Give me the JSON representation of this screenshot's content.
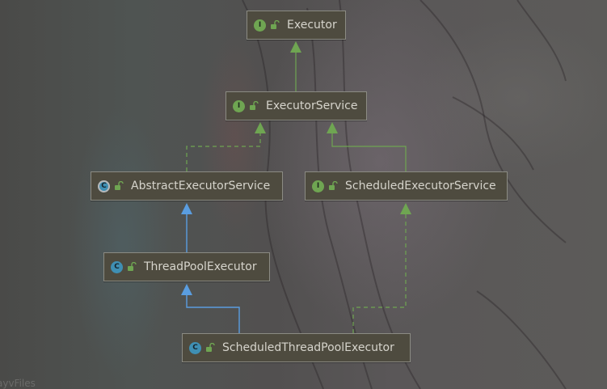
{
  "nodes": {
    "executor": {
      "label": "Executor",
      "kind": "I",
      "kind_type": "interface"
    },
    "executor_service": {
      "label": "ExecutorService",
      "kind": "I",
      "kind_type": "interface"
    },
    "abstract_executor_service": {
      "label": "AbstractExecutorService",
      "kind": "C",
      "kind_type": "abstract class"
    },
    "scheduled_executor_service": {
      "label": "ScheduledExecutorService",
      "kind": "I",
      "kind_type": "interface"
    },
    "thread_pool_executor": {
      "label": "ThreadPoolExecutor",
      "kind": "C",
      "kind_type": "class"
    },
    "scheduled_thread_pool_executor": {
      "label": "ScheduledThreadPoolExecutor",
      "kind": "C",
      "kind_type": "class"
    }
  },
  "edges": [
    {
      "from": "executor_service",
      "to": "executor",
      "relation": "extends",
      "style": "solid-green"
    },
    {
      "from": "abstract_executor_service",
      "to": "executor_service",
      "relation": "implements",
      "style": "dashed-green"
    },
    {
      "from": "scheduled_executor_service",
      "to": "executor_service",
      "relation": "extends",
      "style": "solid-green"
    },
    {
      "from": "thread_pool_executor",
      "to": "abstract_executor_service",
      "relation": "extends",
      "style": "solid-blue"
    },
    {
      "from": "scheduled_thread_pool_executor",
      "to": "thread_pool_executor",
      "relation": "extends",
      "style": "solid-blue"
    },
    {
      "from": "scheduled_thread_pool_executor",
      "to": "scheduled_executor_service",
      "relation": "implements",
      "style": "dashed-green"
    }
  ],
  "watermark": "ayvFiles",
  "colors": {
    "interface_badge": "#6fa552",
    "class_badge": "#3f8fb3",
    "interface_edge": "#6fa552",
    "class_edge": "#5a9de0",
    "node_fill": "#4e4b3f",
    "node_border": "#8b8b83",
    "node_text": "#d6d4cc"
  },
  "icons": {
    "visibility": "public-lock-icon"
  }
}
